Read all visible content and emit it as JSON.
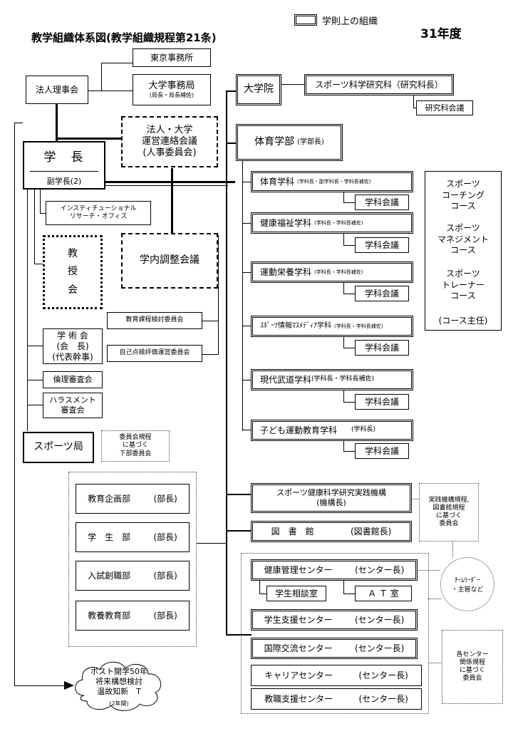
{
  "header": {
    "title": "教学組織体系図(教学組織規程第21条)",
    "year": "31年度",
    "legend_label": "学則上の組織"
  },
  "left": {
    "tokyo_office": "東京事務所",
    "univ_office": "大学事務局",
    "univ_office_sub": "(局長・局長補佐)",
    "board": "法人理事会",
    "liaison": "法人・大学\n運営連絡会議\n(人事委員会)",
    "president": "学　長",
    "vice_president": "副学長(2)",
    "ir_office": "インスティチューショナル\nリサーチ・オフィス",
    "faculty_council": "教\n授\n会",
    "coordination": "学内調整会議",
    "curriculum_committee": "教育課程検討委員会",
    "self_eval_committee": "自己点検評価運営委員会",
    "academic_society": "学 術 会\n(会　長)\n(代表幹事)",
    "ethics": "倫理審査会",
    "harassment": "ハラスメント\n審査会",
    "sports_bureau": "スポーツ局",
    "sub_committee_note": "委員会規程\nに基づく\n下部委員会",
    "departments": [
      {
        "name": "教育企画部",
        "role": "(部長)"
      },
      {
        "name": "学　生　部",
        "role": "(部長)"
      },
      {
        "name": "入試創職部",
        "role": "(部長)"
      },
      {
        "name": "教養教育部",
        "role": "(部長)"
      }
    ],
    "cloud": "ポスト開学50年\n将来構想検討\n温故知新　T",
    "cloud_sub": "(2年間)"
  },
  "right": {
    "graduate_school": "大学院",
    "sports_science": "スポーツ科学研究科（研究科長）",
    "grad_council": "研究科会議",
    "pe_faculty": "体育学部",
    "pe_faculty_sub": "(学部長)",
    "departments": [
      {
        "name": "体育学科",
        "role": "(学科長・副学科長・学科長補佐)",
        "council": "学科会議"
      },
      {
        "name": "健康福祉学科",
        "role": "(学科長・学科長補佐)",
        "council": "学科会議"
      },
      {
        "name": "運動栄養学科",
        "role": "(学科長・学科長補佐)",
        "council": "学科会議"
      },
      {
        "name": "ｽﾎﾟｰﾂ情報ﾏｽﾒﾃﾞｨｱ学科",
        "role": "(学科長・学科長補佐)",
        "council": "学科会議"
      },
      {
        "name": "現代武道学科",
        "role": "(学科長・学科長補佐)",
        "council": "学科会議"
      },
      {
        "name": "子ども運動教育学科",
        "role": "(学科長)",
        "council": "学科会議"
      }
    ],
    "courses": [
      "スポーツ\nコーチング\nコース",
      "スポーツ\nマネジメント\nコース",
      "スポーツ\nトレーナー\nコース",
      "(コース主任)"
    ],
    "sports_institute": "スポーツ健康科学研究実践機構\n(機構長)",
    "library": "図　書　館",
    "library_role": "(図書館長)",
    "institute_note": "実践機構規程,\n図書館規程\nに基づく\n委員会",
    "health_center": "健康管理センター",
    "center_role": "(センター長)",
    "counseling": "学生相談室",
    "at_room": "Ａ Ｔ 室",
    "team_leader": "ﾁｰﾑﾘｰﾀﾞｰ\n・主管など",
    "student_support": "学生支援センター",
    "intl_exchange": "国際交流センター",
    "career": "キャリアセンター",
    "faculty_support": "教職支援センター",
    "center_note": "各センター\n関係規程\nに基づく\n委員会"
  }
}
